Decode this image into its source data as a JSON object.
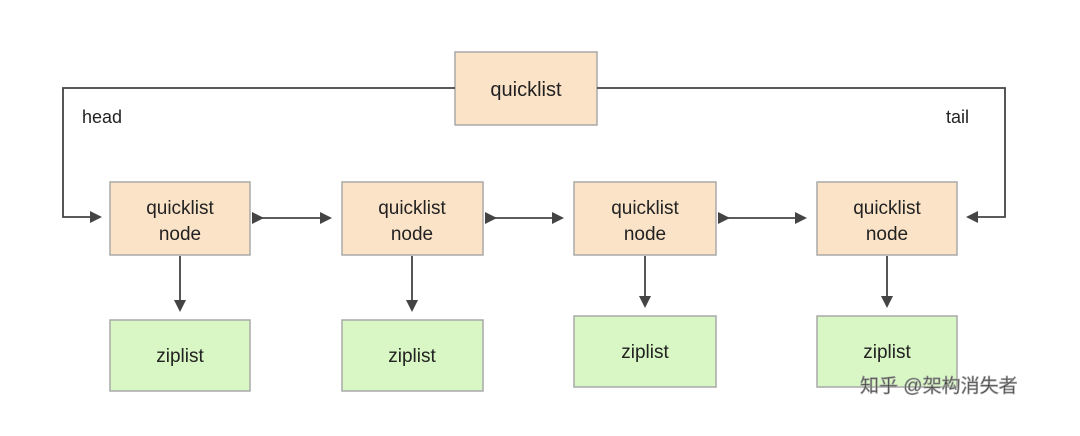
{
  "diagram": {
    "root": {
      "label": "quicklist",
      "head_label": "head",
      "tail_label": "tail"
    },
    "nodes": [
      {
        "line1": "quicklist",
        "line2": "node",
        "ziplist": "ziplist"
      },
      {
        "line1": "quicklist",
        "line2": "node",
        "ziplist": "ziplist"
      },
      {
        "line1": "quicklist",
        "line2": "node",
        "ziplist": "ziplist"
      },
      {
        "line1": "quicklist",
        "line2": "node",
        "ziplist": "ziplist"
      }
    ],
    "watermark": "知乎 @架构消失者"
  },
  "colors": {
    "node_fill": "#fbe3c8",
    "node_stroke": "#a9a9a9",
    "ziplist_fill": "#d9f7c4",
    "ziplist_stroke": "#a9a9a9",
    "line": "#444444"
  }
}
